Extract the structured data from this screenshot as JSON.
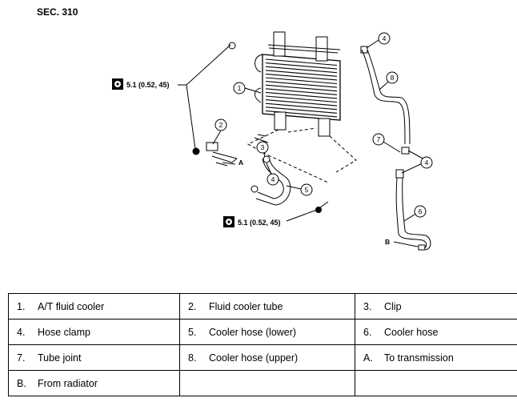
{
  "section_label": "SEC. 310",
  "torque_specs": [
    {
      "value": "5.1 (0.52, 45)"
    },
    {
      "value": "5.1 (0.52, 45)"
    }
  ],
  "callouts": [
    "1",
    "2",
    "3",
    "4",
    "4",
    "4",
    "5",
    "6",
    "7",
    "8"
  ],
  "letters": [
    "A",
    "B"
  ],
  "legend": {
    "rows": [
      [
        {
          "num": "1.",
          "text": "A/T fluid cooler"
        },
        {
          "num": "2.",
          "text": "Fluid cooler tube"
        },
        {
          "num": "3.",
          "text": "Clip"
        }
      ],
      [
        {
          "num": "4.",
          "text": "Hose clamp"
        },
        {
          "num": "5.",
          "text": "Cooler hose (lower)"
        },
        {
          "num": "6.",
          "text": "Cooler hose"
        }
      ],
      [
        {
          "num": "7.",
          "text": "Tube joint"
        },
        {
          "num": "8.",
          "text": "Cooler hose (upper)"
        },
        {
          "num": "A.",
          "text": "To transmission"
        }
      ],
      [
        {
          "num": "B.",
          "text": "From radiator"
        },
        {
          "num": "",
          "text": ""
        },
        {
          "num": "",
          "text": ""
        }
      ]
    ]
  }
}
